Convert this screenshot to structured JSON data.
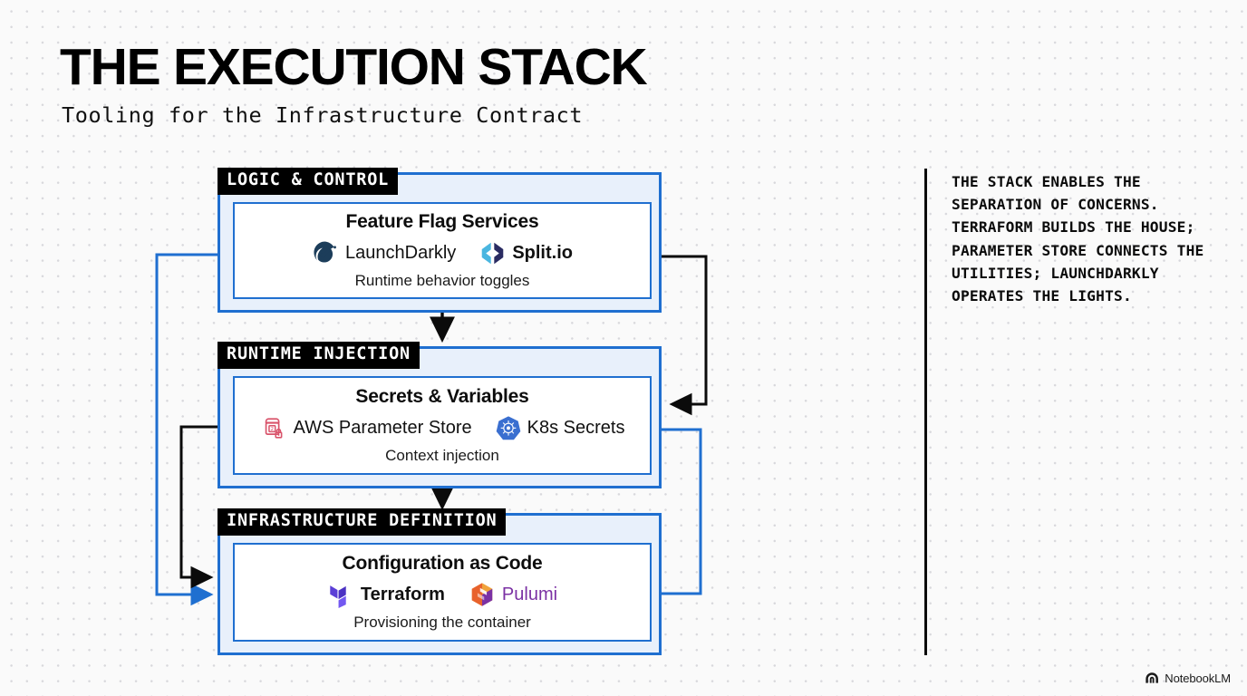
{
  "header": {
    "title": "THE EXECUTION STACK",
    "subtitle": "Tooling for the Infrastructure Contract"
  },
  "colors": {
    "accent_blue": "#1f6fd0",
    "box_fill": "#e8f0fb",
    "tab_bg": "#000000",
    "arrow_black": "#0b0b0b",
    "arrow_blue": "#1f6fd0",
    "background": "#fafafa",
    "pulumi_purple": "#7b31a4"
  },
  "stages": [
    {
      "tab_label": "LOGIC & CONTROL",
      "card_title": "Feature Flag Services",
      "tools": [
        {
          "name": "LaunchDarkly",
          "icon": "launchdarkly-icon"
        },
        {
          "name": "Split.io",
          "icon": "splitio-icon"
        }
      ],
      "caption": "Runtime behavior toggles"
    },
    {
      "tab_label": "RUNTIME INJECTION",
      "card_title": "Secrets & Variables",
      "tools": [
        {
          "name": "AWS Parameter Store",
          "icon": "aws-parameter-store-icon"
        },
        {
          "name": "K8s Secrets",
          "icon": "kubernetes-icon"
        }
      ],
      "caption": "Context injection"
    },
    {
      "tab_label": "INFRASTRUCTURE DEFINITION",
      "card_title": "Configuration as Code",
      "tools": [
        {
          "name": "Terraform",
          "icon": "terraform-icon"
        },
        {
          "name": "Pulumi",
          "icon": "pulumi-icon"
        }
      ],
      "caption": "Provisioning the container"
    }
  ],
  "commentary": {
    "text": "THE STACK ENABLES THE SEPARATION OF CONCERNS. TERRAFORM BUILDS THE HOUSE; PARAMETER STORE CONNECTS THE UTILITIES; LAUNCHDARKLY OPERATES THE LIGHTS."
  },
  "watermark": {
    "label": "NotebookLM"
  }
}
